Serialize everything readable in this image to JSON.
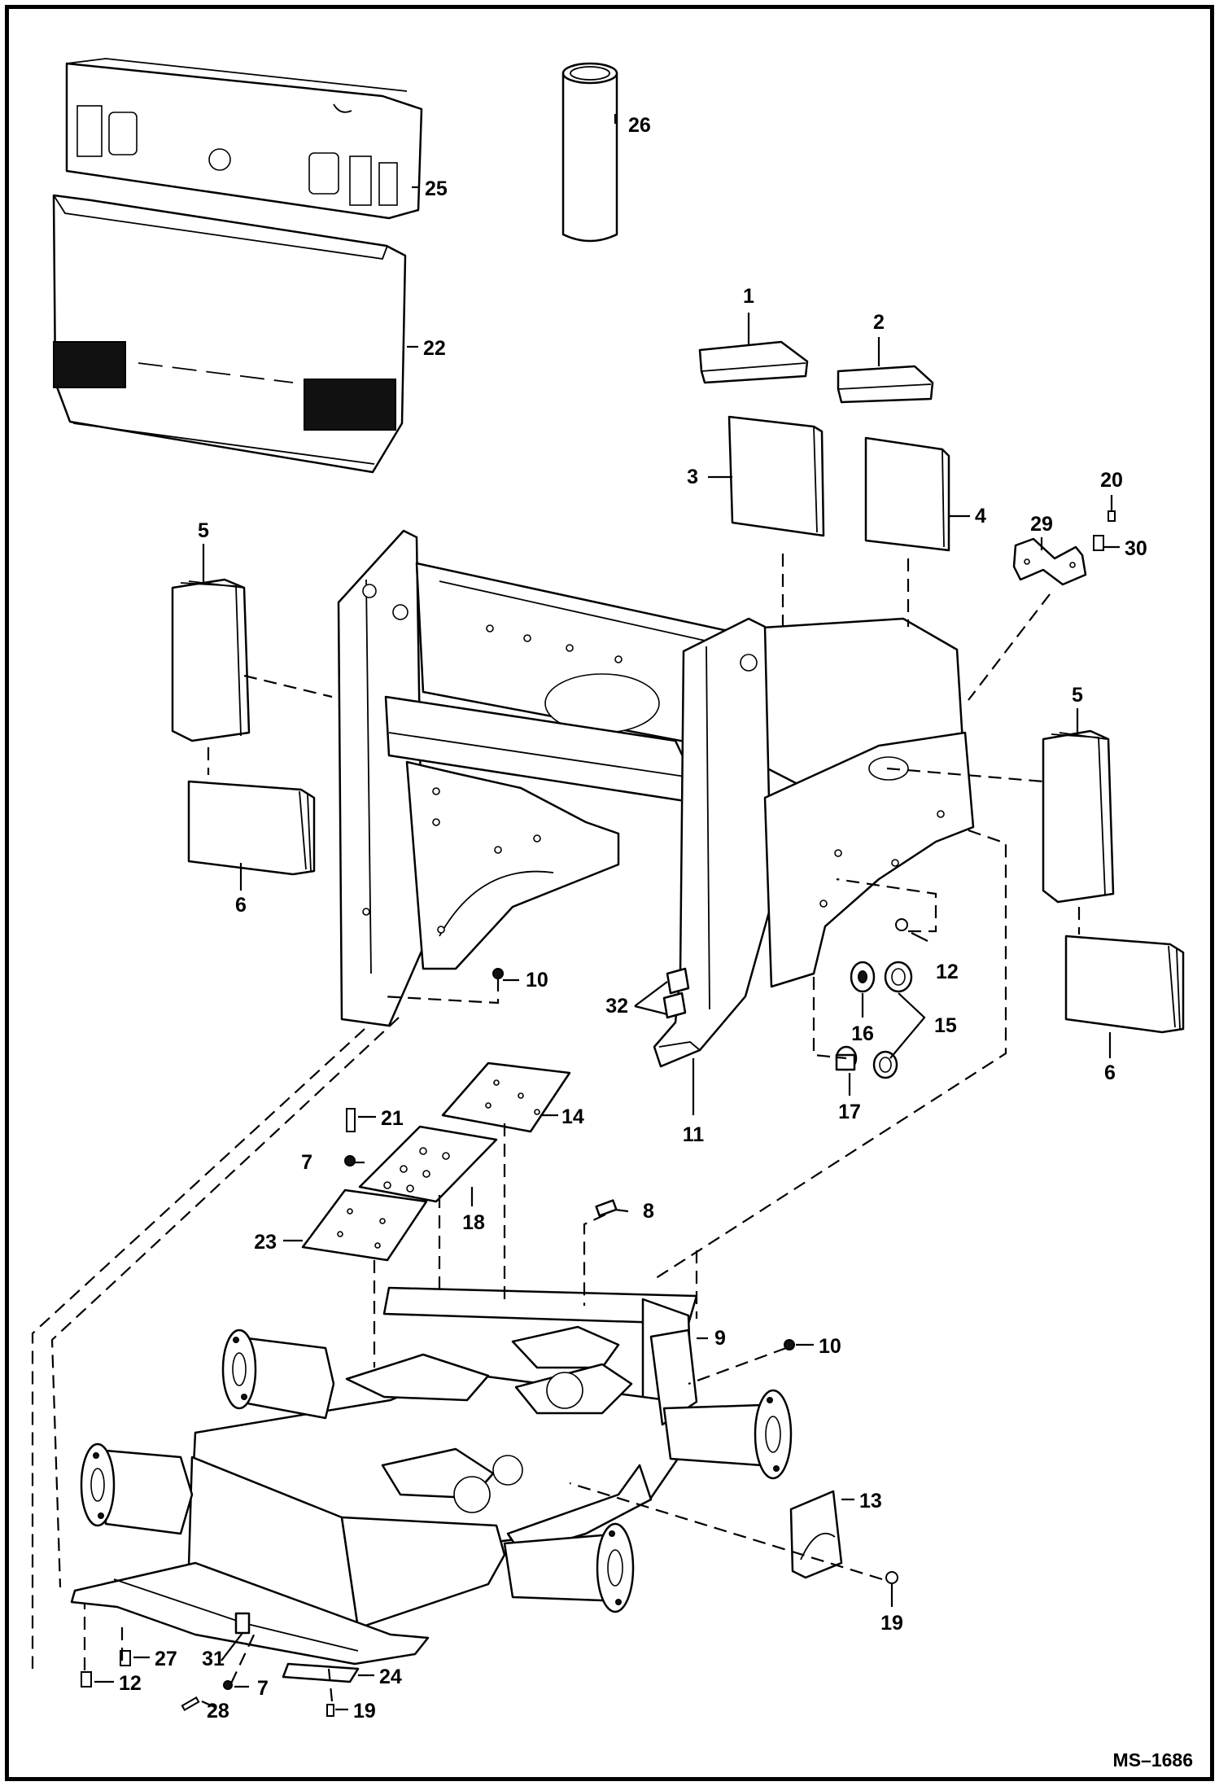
{
  "callouts": [
    "1",
    "2",
    "3",
    "4",
    "5",
    "5",
    "6",
    "6",
    "7",
    "7",
    "8",
    "9",
    "10",
    "10",
    "11",
    "12",
    "12",
    "13",
    "14",
    "15",
    "16",
    "17",
    "18",
    "19",
    "19",
    "20",
    "21",
    "22",
    "23",
    "24",
    "25",
    "26",
    "27",
    "28",
    "29",
    "30",
    "31",
    "32"
  ],
  "drawing_code": "MS–1686",
  "colors": {
    "line": "#000000",
    "background": "#ffffff",
    "fill_dark": "#111111"
  }
}
